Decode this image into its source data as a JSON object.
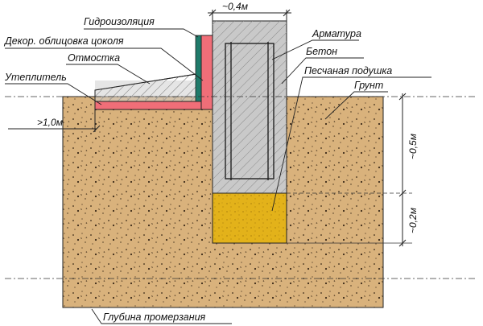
{
  "labels": {
    "waterproofing": "Гидроизоляция",
    "plinth_cladding": "Декор. облицовка цоколя",
    "blind_area": "Отмостка",
    "insulation": "Утеплитель",
    "rebar": "Арматура",
    "concrete": "Бетон",
    "sand_cushion": "Песчаная подушка",
    "soil": "Грунт",
    "frost_depth": "Глубина промерзания"
  },
  "dimensions": {
    "width": "~0,4м",
    "insulation_extent": ">1,0м",
    "depth_upper": "~0,5м",
    "depth_lower": "~0,2м"
  },
  "colors": {
    "soil": "#d9b27c",
    "concrete": "#c9c9c9",
    "sand": "#e3b21a",
    "cladding": "#f06e78",
    "waterproofing": "#1f7a6a",
    "line": "#222222"
  }
}
